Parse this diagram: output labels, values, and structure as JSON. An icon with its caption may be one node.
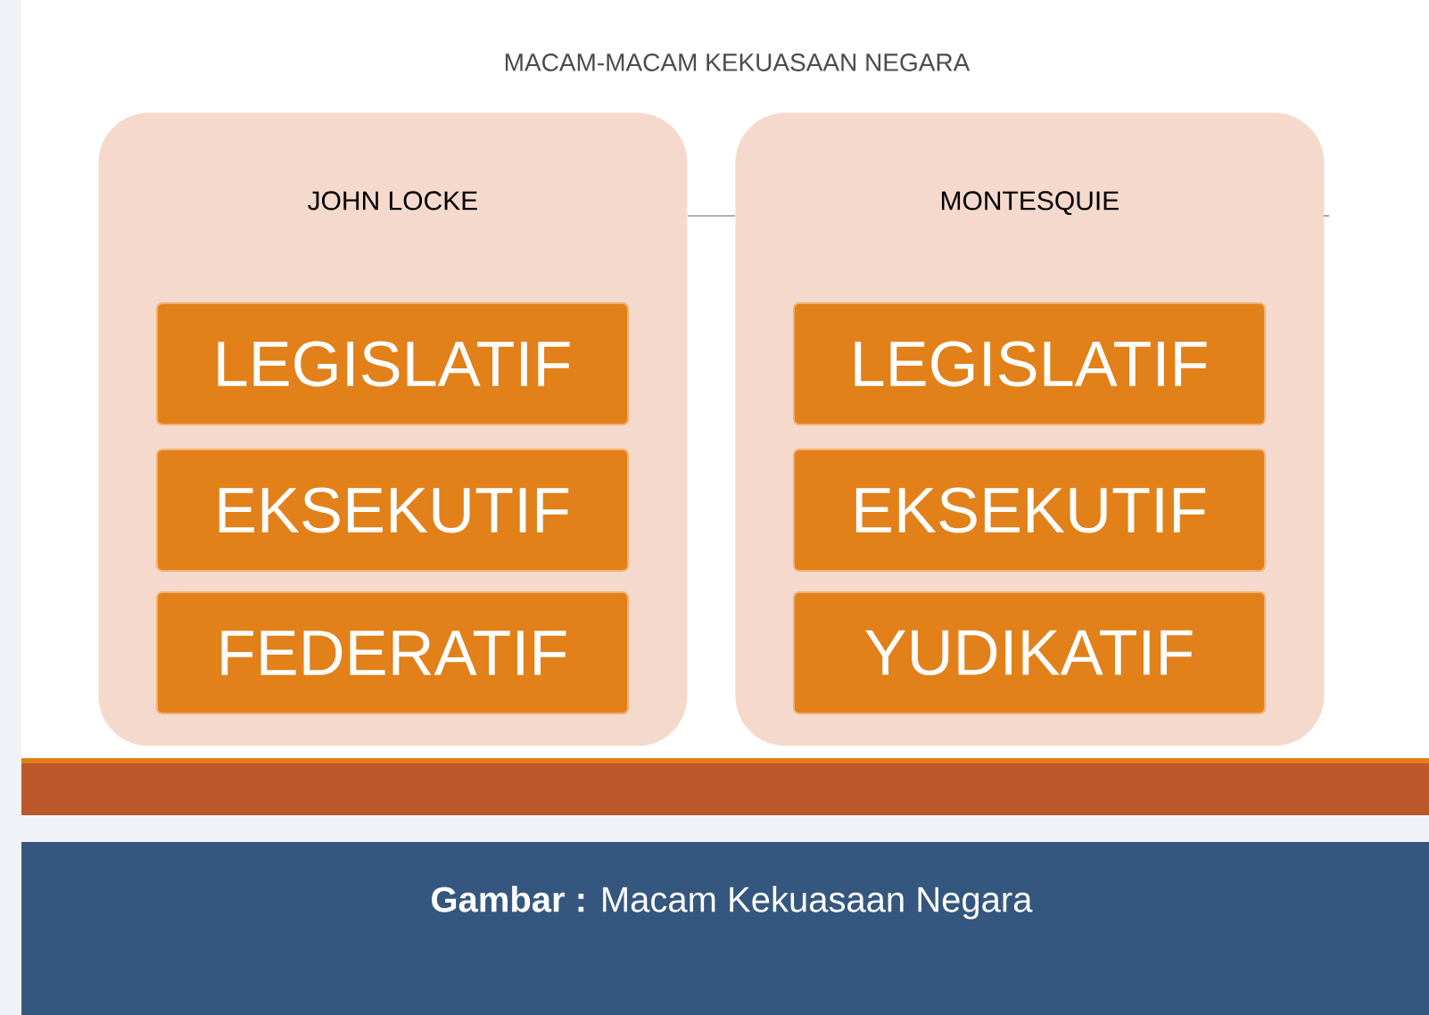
{
  "diagram": {
    "title": "MACAM-MACAM KEKUASAAN NEGARA",
    "caption": "**Gambar :** Macam Kekuasaan Negara",
    "nodes": [
      {
        "text": [
          "JOHN LOCKE"
        ]
      },
      {
        "text": [
          "LEGISLATIF"
        ],
        "in": 0
      },
      {
        "text": [
          "EKSEKUTIF"
        ],
        "in": 0
      },
      {
        "text": [
          "FEDERATIF"
        ],
        "in": 0
      },
      {
        "text": [
          "MONTESQUIE"
        ]
      },
      {
        "text": [
          "LEGISLATIF"
        ],
        "in": 4
      },
      {
        "text": [
          "EKSEKUTIF"
        ],
        "in": 4
      },
      {
        "text": [
          "YUDIKATIF"
        ],
        "in": 4
      }
    ],
    "edges": [
      {
        "from": 0,
        "to": 4,
        "arrow": "none"
      }
    ]
  }
}
